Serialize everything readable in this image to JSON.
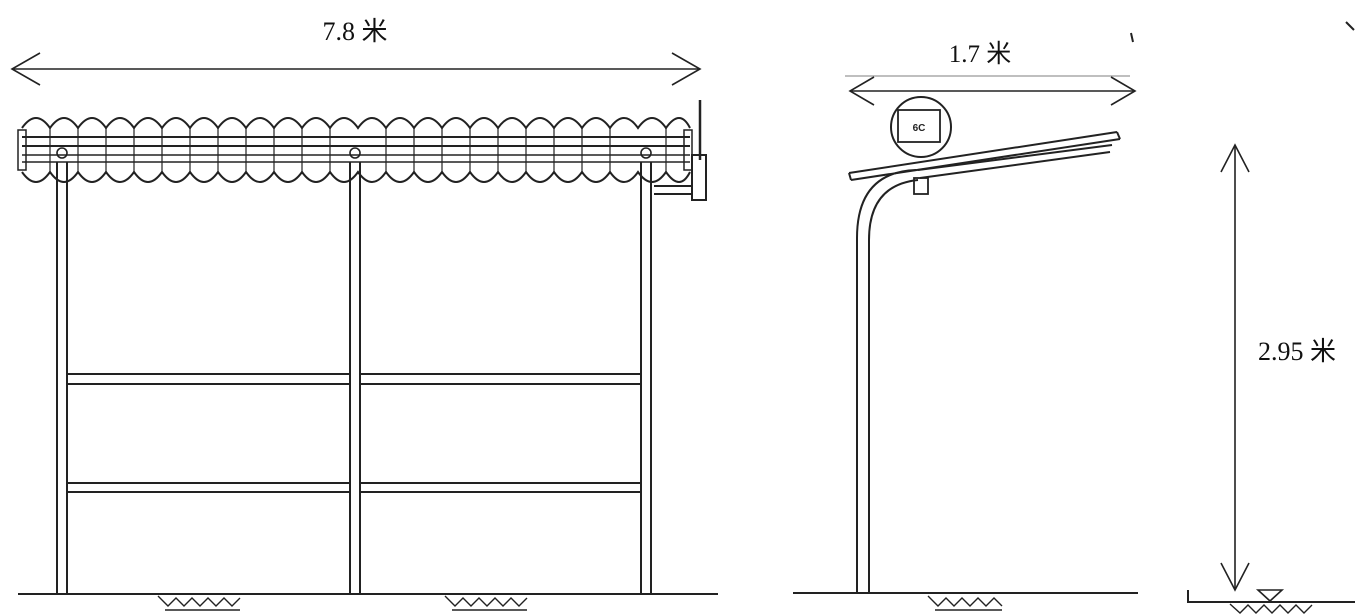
{
  "front_view": {
    "width_label": "7.8 米"
  },
  "side_view": {
    "depth_label": "1.7 米",
    "sign_text": "6C",
    "height_label": "2.95 米"
  },
  "colors": {
    "ink": "#222222",
    "background": "#ffffff"
  }
}
